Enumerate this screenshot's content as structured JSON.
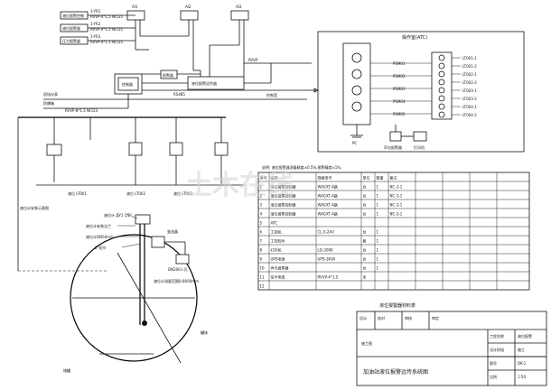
{
  "top_devices": [
    "AI1",
    "AI2",
    "AI3"
  ],
  "left_boxes": [
    "液位报警控制",
    "液位报警器",
    "压力报警器"
  ],
  "left_box_notes": [
    "1-YR1",
    "1-YR2",
    "1-YR3"
  ],
  "left_box_notes2": [
    "RVVP-4*1.5 NC/21",
    "RVVP-4*1.5 NC/21",
    "RVVP-4*1.5 NC/21"
  ],
  "center_labels": {
    "controller": "控制器",
    "sub_box": "报警器",
    "bus_box": "液位报警远传器",
    "cable1": "RS485",
    "cable2": "RVVP",
    "to_room": "控制室"
  },
  "left_side": {
    "label1": "现场仪表",
    "label2": "防爆箱",
    "cable": "RVVP-8*1.5 NC/23"
  },
  "atc": {
    "title": "操作室(ATC)",
    "inputs": [
      "PSM01",
      "PSM02",
      "PSM03",
      "PSM04",
      "PSM05"
    ],
    "outputs": [
      "LT001-1",
      "LT001-2",
      "LT002-1",
      "LT002-2",
      "LT003-1",
      "LT003-2",
      "LT004-1",
      "LT004-2"
    ],
    "pc_label": "PC",
    "bottom_labels": [
      "声光报警器",
      "打印机"
    ]
  },
  "sensors": [
    "液位 LT001",
    "液位 LT002",
    "液位 LT003"
  ],
  "tank": {
    "labels": [
      "液位计 ДУ1 1/2\"",
      "液位计安装法兰",
      "变送器",
      "液位计DN50mm",
      "2\"短节",
      "DN200人孔",
      "罐体",
      "液位计测量范围0-8000mm",
      "储罐"
    ],
    "side_note": "液位计安装示意图"
  },
  "table": {
    "note": "说明: 液位报警器测量精度±0.5%,报警精度±1%,",
    "headers": [
      "序号",
      "名称",
      "规格型号",
      "单位",
      "数量",
      "备注"
    ],
    "rows": [
      [
        "1",
        "液位报警控制器",
        "WAGXT-4路",
        "台",
        "1",
        "NC-3-1"
      ],
      [
        "2",
        "液位报警控制器",
        "WAGXT-4路",
        "台",
        "1",
        "NC-3-1"
      ],
      [
        "3",
        "液位报警控制器",
        "WAGXT-4路",
        "台",
        "1",
        "NC-3-1"
      ],
      [
        "4",
        "液位报警控制器",
        "WAGXT-4路",
        "台",
        "1",
        "NC-3-1"
      ],
      [
        "5",
        "ATC",
        "",
        "",
        "",
        ""
      ],
      [
        "6",
        "工控机",
        "CL-5-24V",
        "台",
        "1",
        ""
      ],
      [
        "7",
        "工控软件",
        "",
        "套",
        "1",
        ""
      ],
      [
        "8",
        "打印机",
        "LQ-300K",
        "台",
        "1",
        ""
      ],
      [
        "9",
        "UPS电源",
        "UPS-1KVA",
        "台",
        "1",
        ""
      ],
      [
        "10",
        "声光报警器",
        "",
        "台",
        "1",
        ""
      ],
      [
        "11",
        "信号电缆",
        "RVVP-4*1.5",
        "米",
        "",
        ""
      ],
      [
        "12",
        "",
        "",
        "",
        "",
        ""
      ]
    ],
    "footer_note": "液位报警器材料表"
  },
  "title_block": {
    "company_cells": [
      "设计",
      "校对",
      "审核",
      "审定"
    ],
    "right_cells": [
      "工程名称",
      "设计阶段",
      "图号",
      "比例"
    ],
    "right_values": [
      "液位报警",
      "施工",
      "DK-1",
      "1:50"
    ],
    "drawing_title": "加油站液位报警远传系统图",
    "stage_label": "施工图"
  },
  "watermark": "土木在线"
}
